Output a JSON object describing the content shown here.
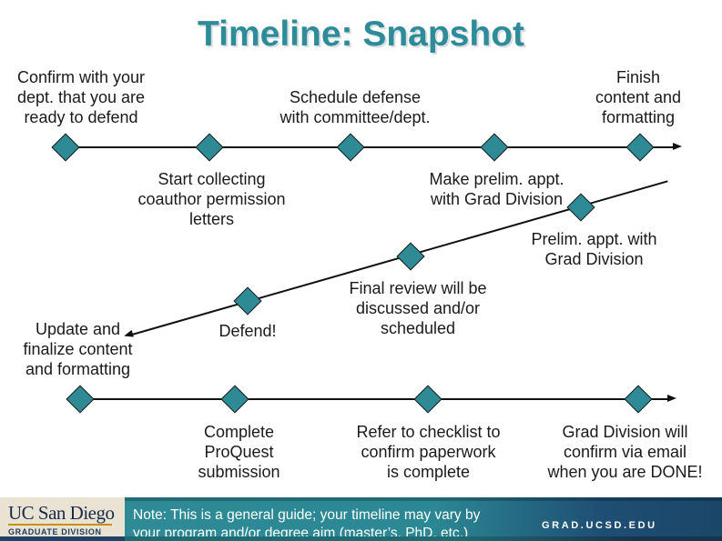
{
  "slide": {
    "title": "Timeline: Snapshot",
    "colors": {
      "title_teal": "#2E8B99",
      "diamond_teal": "#2E8B96",
      "footer_teal": "#2E8B96",
      "footer_navy": "#1D4E74",
      "logo_navy": "#182B49",
      "logo_gold": "#C69214",
      "logo_background": "#EAE3D3"
    }
  },
  "row1": {
    "above": [
      "Confirm with your\ndept. that you are\nready to defend",
      "Schedule defense\nwith committee/dept.",
      "Finish\ncontent and\nformatting"
    ],
    "below": [
      "Start collecting\ncoauthor permission\nletters",
      "Make prelim. appt.\nwith Grad Division"
    ]
  },
  "row2": {
    "labels": [
      "Prelim. appt. with\nGrad Division",
      "Final review will be\ndiscussed and/or\nscheduled",
      "Defend!",
      "Update and\nfinalize content\nand formatting"
    ]
  },
  "row3": {
    "below": [
      "Complete\nProQuest\nsubmission",
      "Refer to checklist to\nconfirm paperwork\nis complete",
      "Grad Division will\nconfirm via email\nwhen you are DONE!"
    ]
  },
  "footer": {
    "logo_name": "UC San Diego",
    "logo_unit": "GRADUATE DIVISION",
    "note": "Note: This is a general guide; your timeline may vary by\nyour program and/or degree aim (master’s, PhD, etc.)",
    "site": "GRAD.UCSD.EDU"
  }
}
